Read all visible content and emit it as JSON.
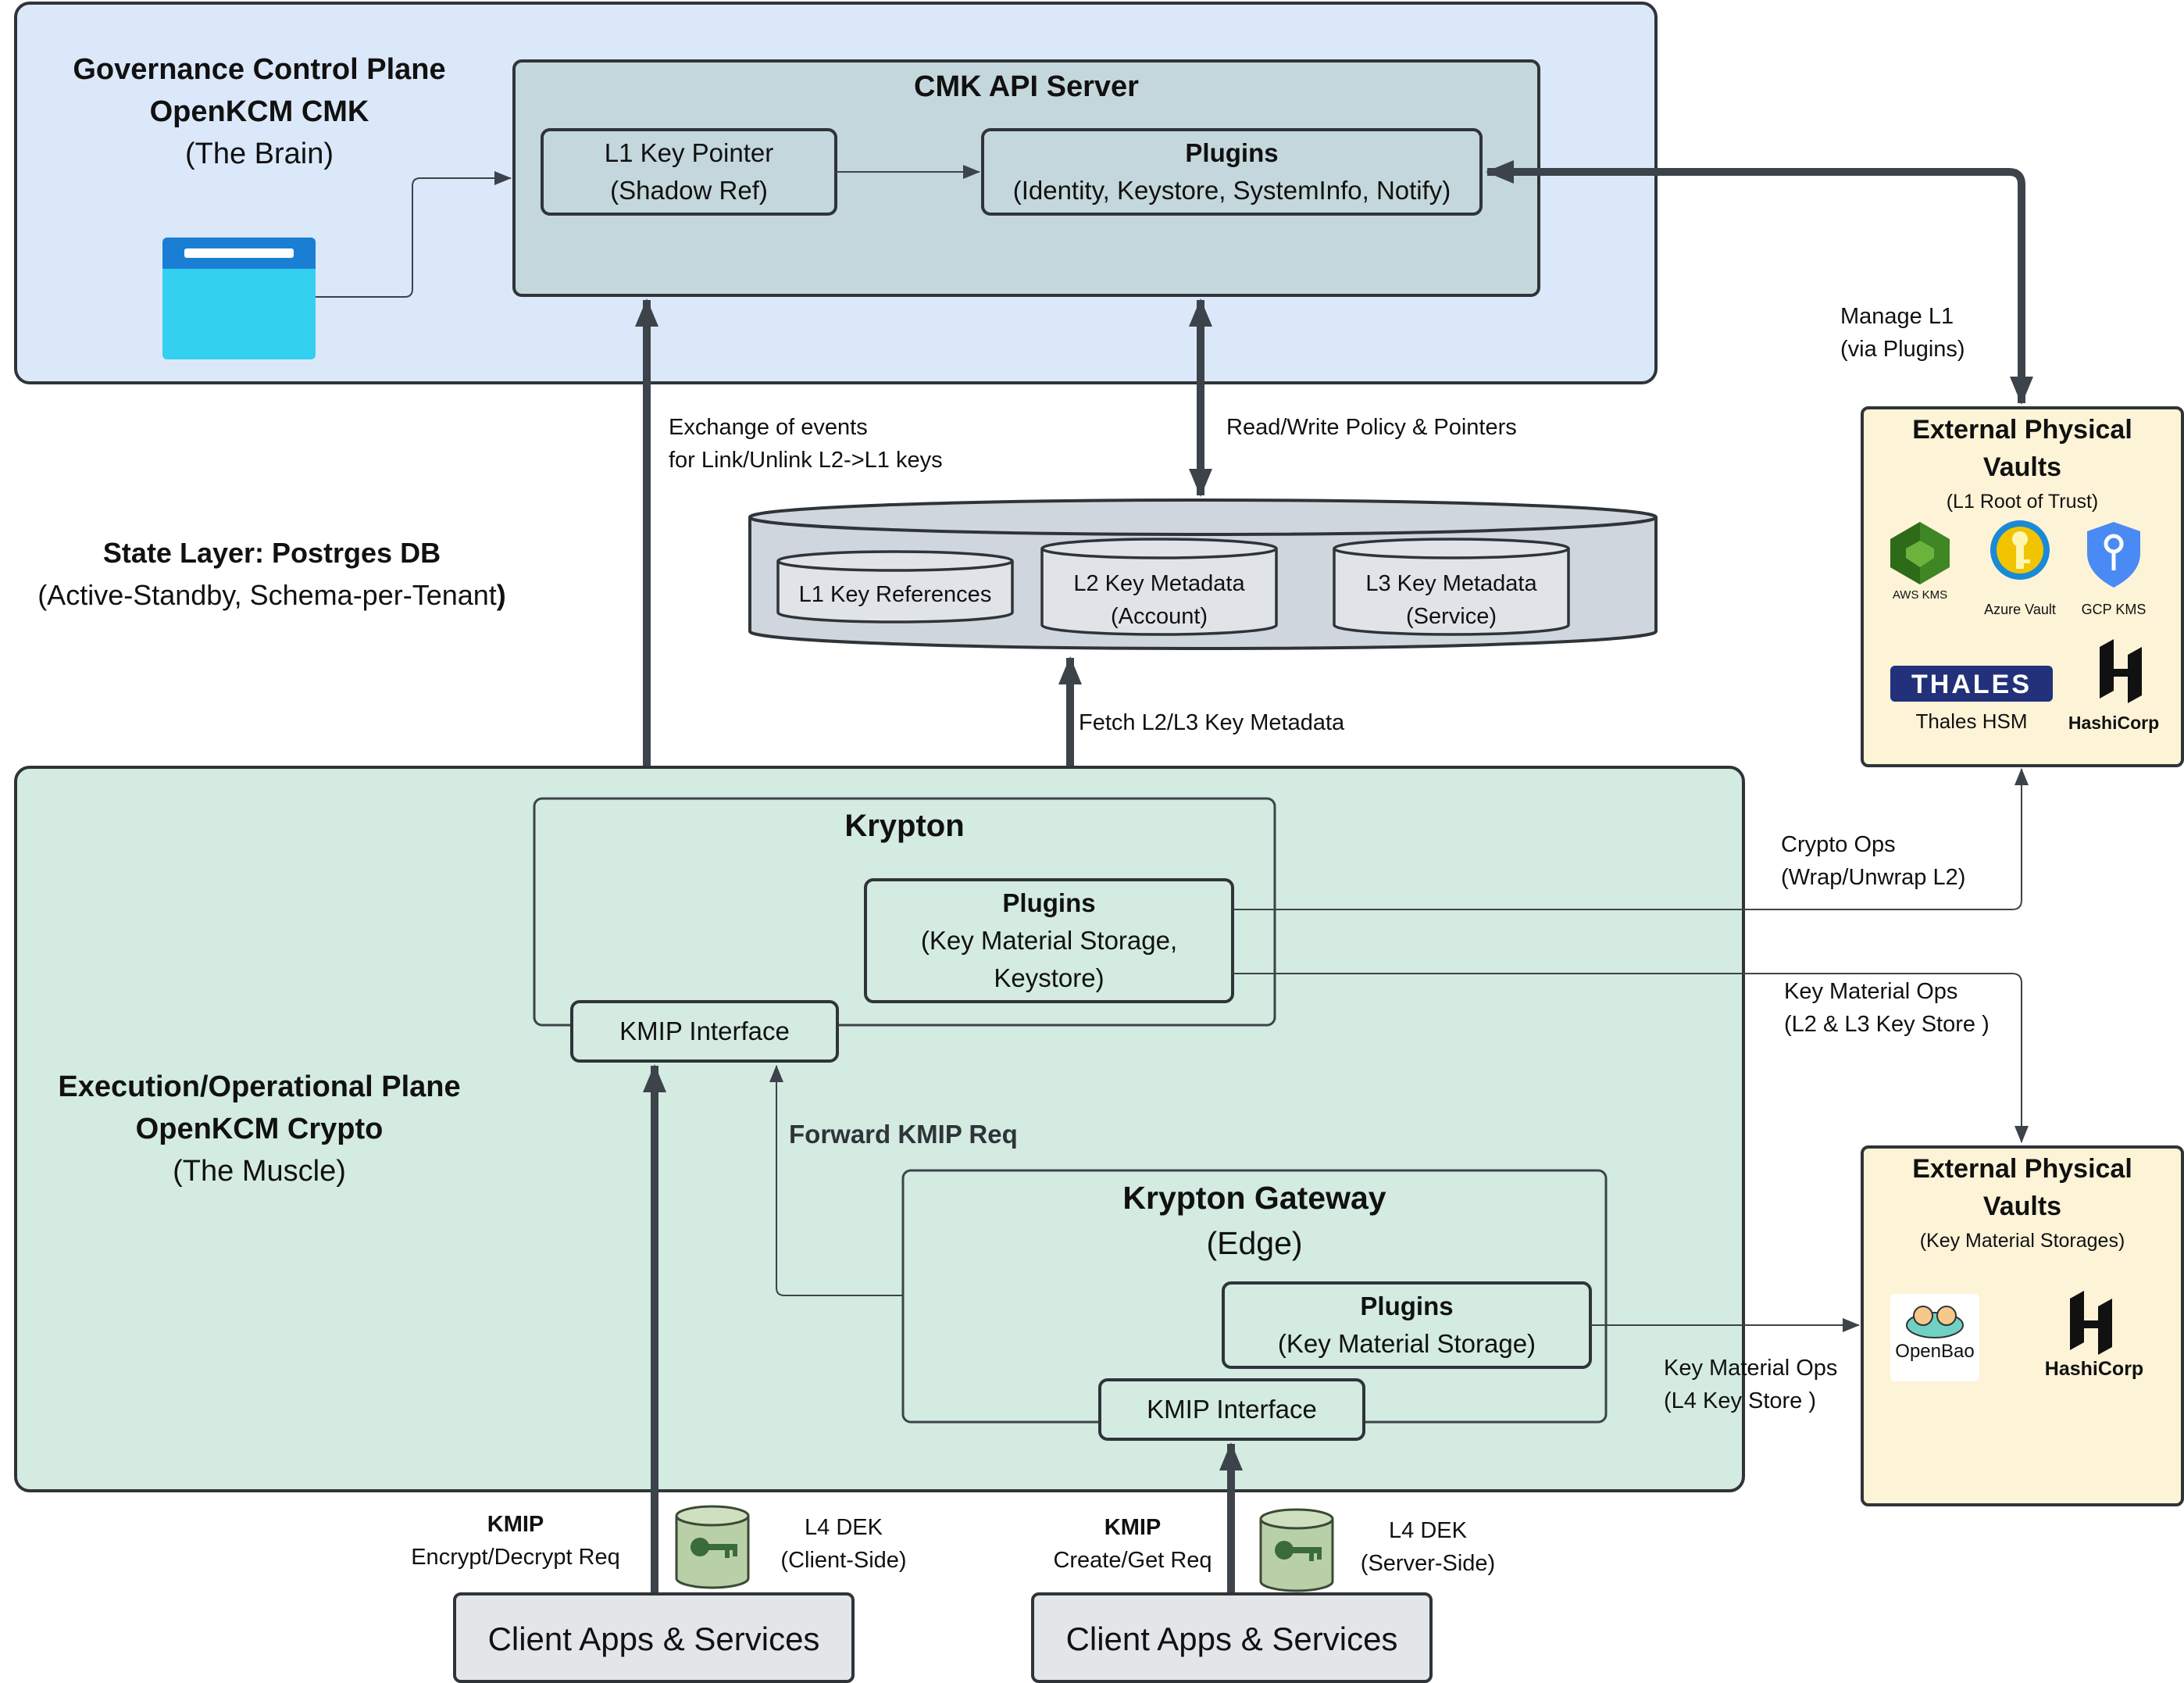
{
  "governance": {
    "title_line1": "Governance Control Plane",
    "title_line2": "OpenKCM CMK",
    "subtitle": "(The Brain)"
  },
  "cmk_api": {
    "title": "CMK API Server",
    "l1_pointer_line1": "L1 Key Pointer",
    "l1_pointer_line2": "(Shadow Ref)",
    "plugins_title": "Plugins",
    "plugins_list": "(Identity, Keystore, SystemInfo, Notify)"
  },
  "edges": {
    "exchange_line1": "Exchange of events",
    "exchange_line2": "for Link/Unlink L2->L1 keys",
    "rw_policy": "Read/Write Policy & Pointers",
    "manage_l1_line1": "Manage L1",
    "manage_l1_line2": "(via Plugins)",
    "fetch": "Fetch L2/L3 Key Metadata",
    "crypto_ops_line1": "Crypto Ops",
    "crypto_ops_line2": "(Wrap/Unwrap L2)",
    "key_material_ops_line1": "Key Material Ops",
    "key_material_ops_line2": "(L2 & L3 Key Store )",
    "forward_kmip": "Forward KMIP Req",
    "key_material_ops_l4_line1": "Key Material Ops",
    "key_material_ops_l4_line2": "(L4 Key Store )"
  },
  "state_layer": {
    "title": "State Layer: Postrges DB",
    "subtitle": "(Active-Standby, Schema-per-Tenant",
    "subtitle_close": ")",
    "tables": [
      {
        "line1": "L1 Key References",
        "line2": ""
      },
      {
        "line1": "L2 Key Metadata",
        "line2": "(Account)"
      },
      {
        "line1": "L3 Key Metadata",
        "line2": "(Service)"
      }
    ]
  },
  "vault_top": {
    "title_line1": "External Physical",
    "title_line2": "Vaults",
    "subtitle": "(L1 Root of Trust)",
    "providers": [
      {
        "name": "AWS KMS",
        "icon": "aws-kms-icon"
      },
      {
        "name": "Azure Vault",
        "icon": "azure-vault-icon"
      },
      {
        "name": "GCP KMS",
        "icon": "gcp-kms-icon"
      }
    ],
    "thales_logo": "THALES",
    "thales_label": "Thales HSM",
    "hashicorp_label": "HashiCorp"
  },
  "vault_bottom": {
    "title_line1": "External Physical",
    "title_line2": "Vaults",
    "subtitle": "(Key Material Storages)",
    "openbao_label": "OpenBao",
    "hashicorp_label": "HashiCorp"
  },
  "execution": {
    "title_line1": "Execution/Operational Plane",
    "title_line2": "OpenKCM Crypto",
    "subtitle": "(The Muscle)"
  },
  "krypton": {
    "title": "Krypton",
    "plugins_title": "Plugins",
    "plugins_line1": "(Key Material Storage,",
    "plugins_line2": "Keystore)",
    "kmip": "KMIP Interface"
  },
  "gateway": {
    "title": "Krypton Gateway",
    "subtitle": "(Edge)",
    "plugins_title": "Plugins",
    "plugins_list": "(Key Material Storage)",
    "kmip": "KMIP Interface"
  },
  "clients": [
    {
      "label": "Client Apps & Services",
      "kmip_title": "KMIP",
      "kmip_req": "Encrypt/Decrypt Req",
      "dek_line1": "L4 DEK",
      "dek_line2": "(Client-Side)"
    },
    {
      "label": "Client Apps & Services",
      "kmip_title": "KMIP",
      "kmip_req": "Create/Get Req",
      "dek_line1": "L4 DEK",
      "dek_line2": "(Server-Side)"
    }
  ],
  "colors": {
    "governance_bg": "#dbe8fa",
    "cmk_box_bg": "#c4d7dc",
    "execution_bg": "#d3ebe0",
    "vault_bg": "#fdf3d7",
    "db_bg": "#d0d6dd",
    "client_bg": "#e3e6e9",
    "stroke": "#3d434a"
  }
}
